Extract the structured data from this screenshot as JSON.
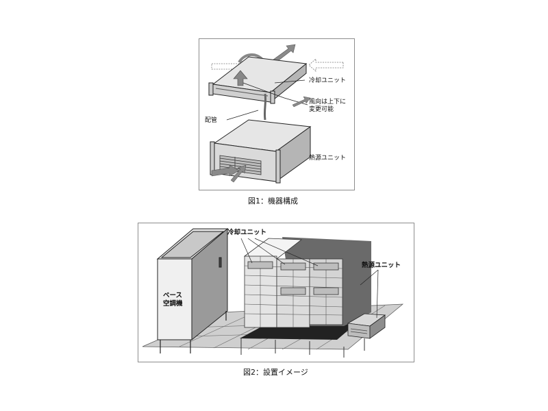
{
  "figure1": {
    "caption": "図1：機器構成",
    "labels": {
      "cooling_unit": "冷却ユニット",
      "airflow_line1": "風向は上下に",
      "airflow_line2": "変更可能",
      "piping": "配管",
      "heat_source_unit": "熱源ユニット"
    }
  },
  "figure2": {
    "caption": "図2：設置イメージ",
    "labels": {
      "cooling_unit": "冷却ユニット",
      "heat_source_unit": "熱源ユニット",
      "base_ac_line1": "ベース",
      "base_ac_line2": "空調機"
    }
  },
  "colors": {
    "frame": "#8c8c8c",
    "unit_fill": "#e6e6e6",
    "floor_dark": "#222222",
    "arrow_gray": "#9a9a9a"
  }
}
